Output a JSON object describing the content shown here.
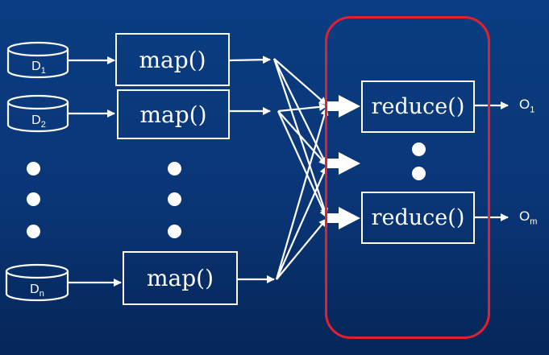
{
  "inputs": [
    {
      "letter": "D",
      "sub": "1"
    },
    {
      "letter": "D",
      "sub": "2"
    },
    {
      "letter": "D",
      "sub": "n"
    }
  ],
  "maps": [
    "map()",
    "map()",
    "map()"
  ],
  "reducers": [
    "reduce()",
    "reduce()"
  ],
  "outputs": [
    {
      "letter": "O",
      "sub": "1"
    },
    {
      "letter": "O",
      "sub": "m"
    }
  ],
  "colors": {
    "background": "#0a3d82",
    "foreground": "#ffffff",
    "highlight_frame": "#e3202f"
  },
  "icons": [
    "database-icon",
    "arrow-icon",
    "ellipsis-dot-icon"
  ]
}
